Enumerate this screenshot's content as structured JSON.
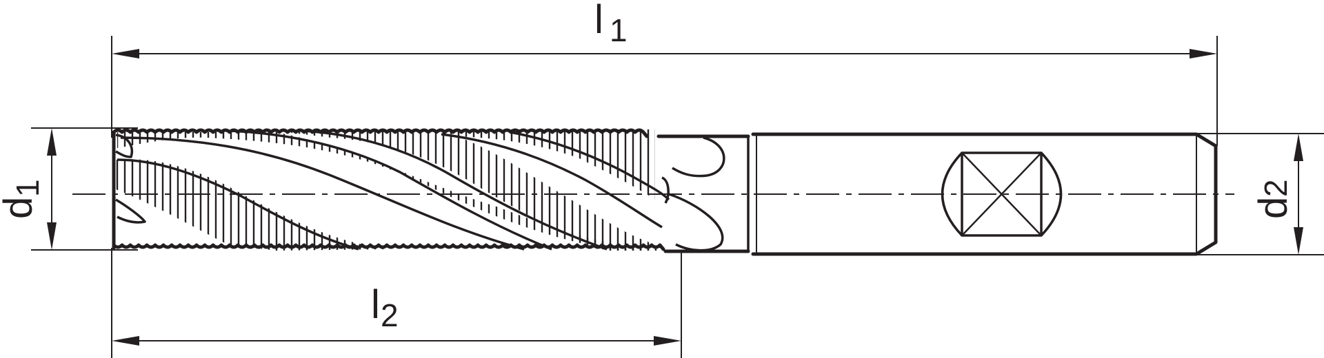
{
  "drawing": {
    "title": "Roughing end mill with Weldon flat shank",
    "line_color": "#231f20",
    "background": "#ffffff"
  },
  "dimensions": {
    "l1": {
      "main": "l",
      "sub": "1",
      "description": "overall length"
    },
    "l2": {
      "main": "l",
      "sub": "2",
      "description": "flute (cutting) length"
    },
    "d1": {
      "main": "d",
      "sub": "1",
      "description": "cutting diameter"
    },
    "d2": {
      "main": "d",
      "sub": "2",
      "description": "shank diameter"
    }
  },
  "features": {
    "flutes": "helical roughing flutes with wavy profile",
    "shank": "cylindrical shank with flat (Weldon) clamping surface symbol",
    "centerline": "dash-dot axis"
  }
}
